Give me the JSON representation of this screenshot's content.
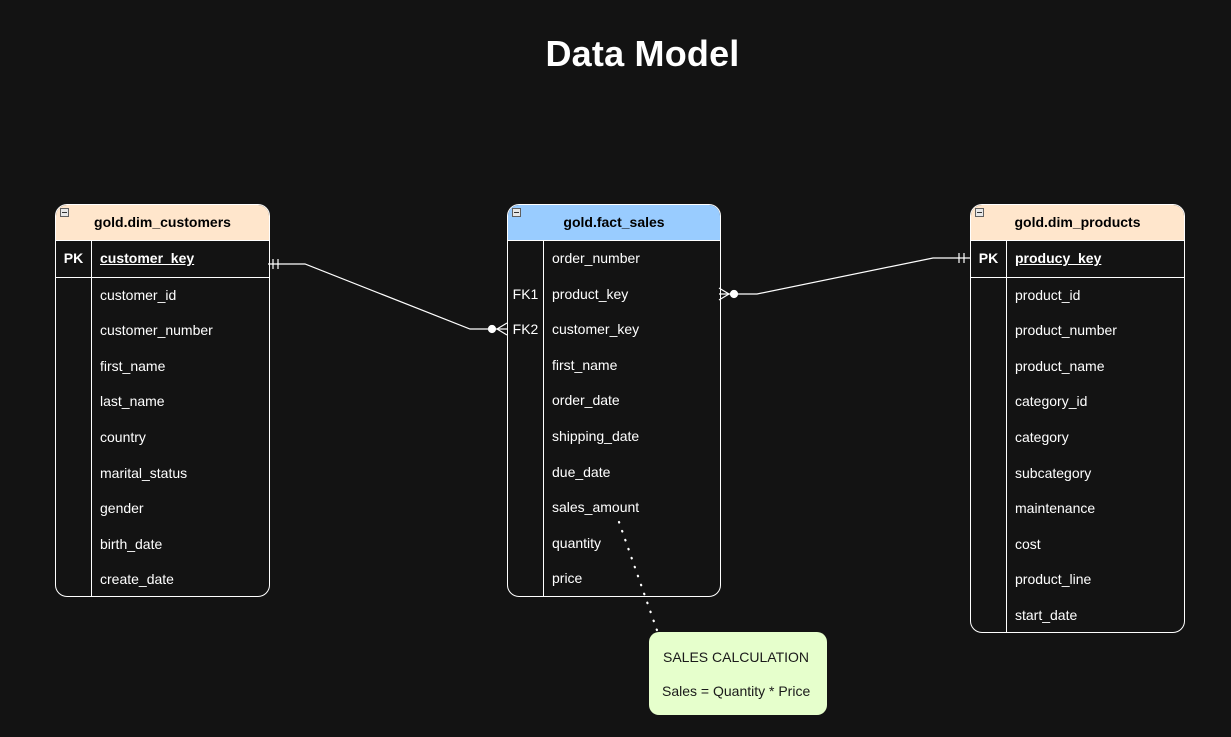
{
  "title": "Data Model",
  "tables": {
    "customers": {
      "name": "gold.dim_customers",
      "header_color": "#ffe6cc",
      "pk": {
        "key": "PK",
        "field": "customer_key"
      },
      "fields": [
        "customer_id",
        "customer_number",
        "first_name",
        "last_name",
        "country",
        "marital_status",
        "gender",
        "birth_date",
        "create_date"
      ]
    },
    "fact": {
      "name": "gold.fact_sales",
      "header_color": "#99ccff",
      "rows": [
        {
          "key": "",
          "field": "order_number"
        },
        {
          "key": "FK1",
          "field": "product_key"
        },
        {
          "key": "FK2",
          "field": "customer_key"
        },
        {
          "key": "",
          "field": "first_name"
        },
        {
          "key": "",
          "field": "order_date"
        },
        {
          "key": "",
          "field": "shipping_date"
        },
        {
          "key": "",
          "field": "due_date"
        },
        {
          "key": "",
          "field": "sales_amount"
        },
        {
          "key": "",
          "field": "quantity"
        },
        {
          "key": "",
          "field": "price"
        }
      ]
    },
    "products": {
      "name": "gold.dim_products",
      "header_color": "#ffe6cc",
      "pk": {
        "key": "PK",
        "field": "producy_key"
      },
      "fields": [
        "product_id",
        "product_number",
        "product_name",
        "category_id",
        "category",
        "subcategory",
        "maintenance",
        "cost",
        "product_line",
        "start_date"
      ]
    }
  },
  "note": {
    "title": "SALES CALCULATION",
    "formula": "Sales = Quantity * Price",
    "color": "#e6ffcc"
  },
  "relationships": [
    {
      "from": "gold.dim_customers.customer_key",
      "to": "gold.fact_sales.customer_key",
      "cardinality": "one-to-many"
    },
    {
      "from": "gold.dim_products.producy_key",
      "to": "gold.fact_sales.product_key",
      "cardinality": "one-to-many"
    }
  ]
}
